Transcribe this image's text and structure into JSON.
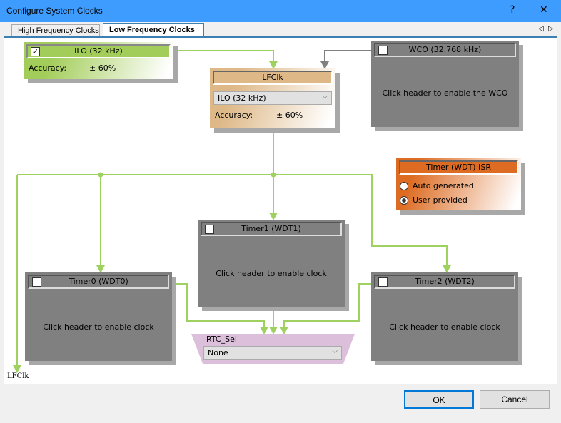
{
  "window": {
    "title": "Configure System Clocks",
    "help": "?",
    "close": "✕"
  },
  "tabs": [
    {
      "label": "High Frequency Clocks",
      "active": false
    },
    {
      "label": "Low Frequency Clocks",
      "active": true
    }
  ],
  "tab_scroll": {
    "left": "◁",
    "right": "▷"
  },
  "ilo": {
    "title": "ILO (32 kHz)",
    "checked": true,
    "accuracy_label": "Accuracy:",
    "accuracy_value": "± 60%",
    "color": "#a3cd5a"
  },
  "lfclk": {
    "title": "LFClk",
    "source": "ILO (32 kHz)",
    "accuracy_label": "Accuracy:",
    "accuracy_value": "± 60%",
    "color": "#deb887"
  },
  "wco": {
    "title": "WCO (32.768 kHz)",
    "checked": false,
    "message": "Click header to enable the WCO"
  },
  "isr": {
    "title": "Timer (WDT) ISR",
    "options": [
      "Auto generated",
      "User provided"
    ],
    "selected": "User provided",
    "color": "#dd6b22"
  },
  "timer0": {
    "title": "Timer0 (WDT0)",
    "checked": false,
    "message": "Click header to enable clock"
  },
  "timer1": {
    "title": "Timer1 (WDT1)",
    "checked": false,
    "message": "Click header to enable clock"
  },
  "timer2": {
    "title": "Timer2 (WDT2)",
    "checked": false,
    "message": "Click header to enable clock"
  },
  "rtc": {
    "title": "RTC_Sel",
    "value": "None"
  },
  "lfclk_output_label": "LFClk",
  "buttons": {
    "ok": "OK",
    "cancel": "Cancel"
  }
}
